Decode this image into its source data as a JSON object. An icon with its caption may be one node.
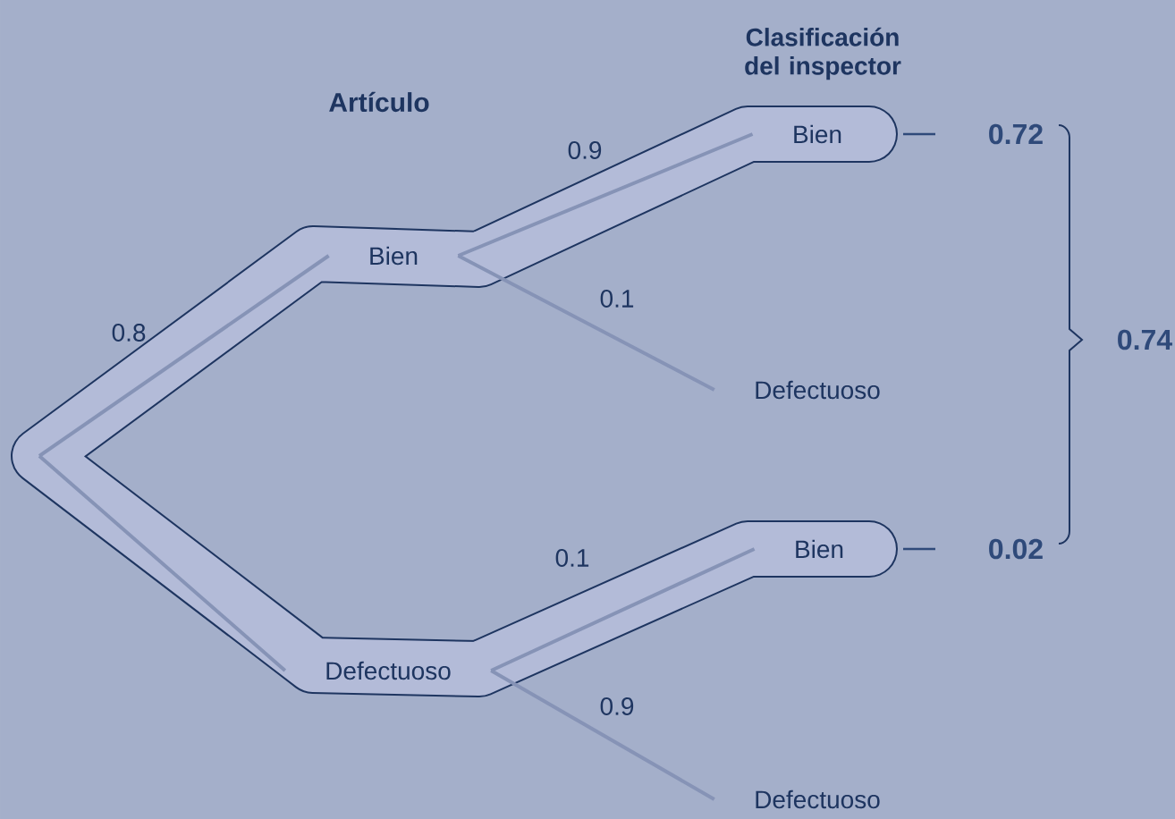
{
  "diagram": {
    "nodes": [
      {
        "text": [
          "Bien"
        ]
      },
      {
        "text": [
          "Defectuoso"
        ]
      },
      {
        "text": [
          "Bien"
        ]
      },
      {
        "text": [
          "Defectuoso"
        ]
      },
      {
        "text": [
          "Bien"
        ]
      },
      {
        "text": [
          "Defectuoso"
        ]
      }
    ],
    "edges": [
      {
        "from": null,
        "to": 0,
        "arrow": "none",
        "label": "0.8"
      },
      {
        "from": null,
        "to": 1,
        "arrow": "none"
      },
      {
        "from": 0,
        "to": 2,
        "arrow": "none",
        "label": "0.9"
      },
      {
        "from": 0,
        "to": 3,
        "arrow": "none",
        "label": "0.1"
      },
      {
        "from": 1,
        "to": 4,
        "arrow": "none",
        "label": "0.1"
      },
      {
        "from": 1,
        "to": 5,
        "arrow": "none",
        "label": "0.9"
      }
    ],
    "labels": [
      "Clasificación del inspector",
      "Artículo",
      "0.72",
      "0.74",
      "0.02"
    ]
  }
}
